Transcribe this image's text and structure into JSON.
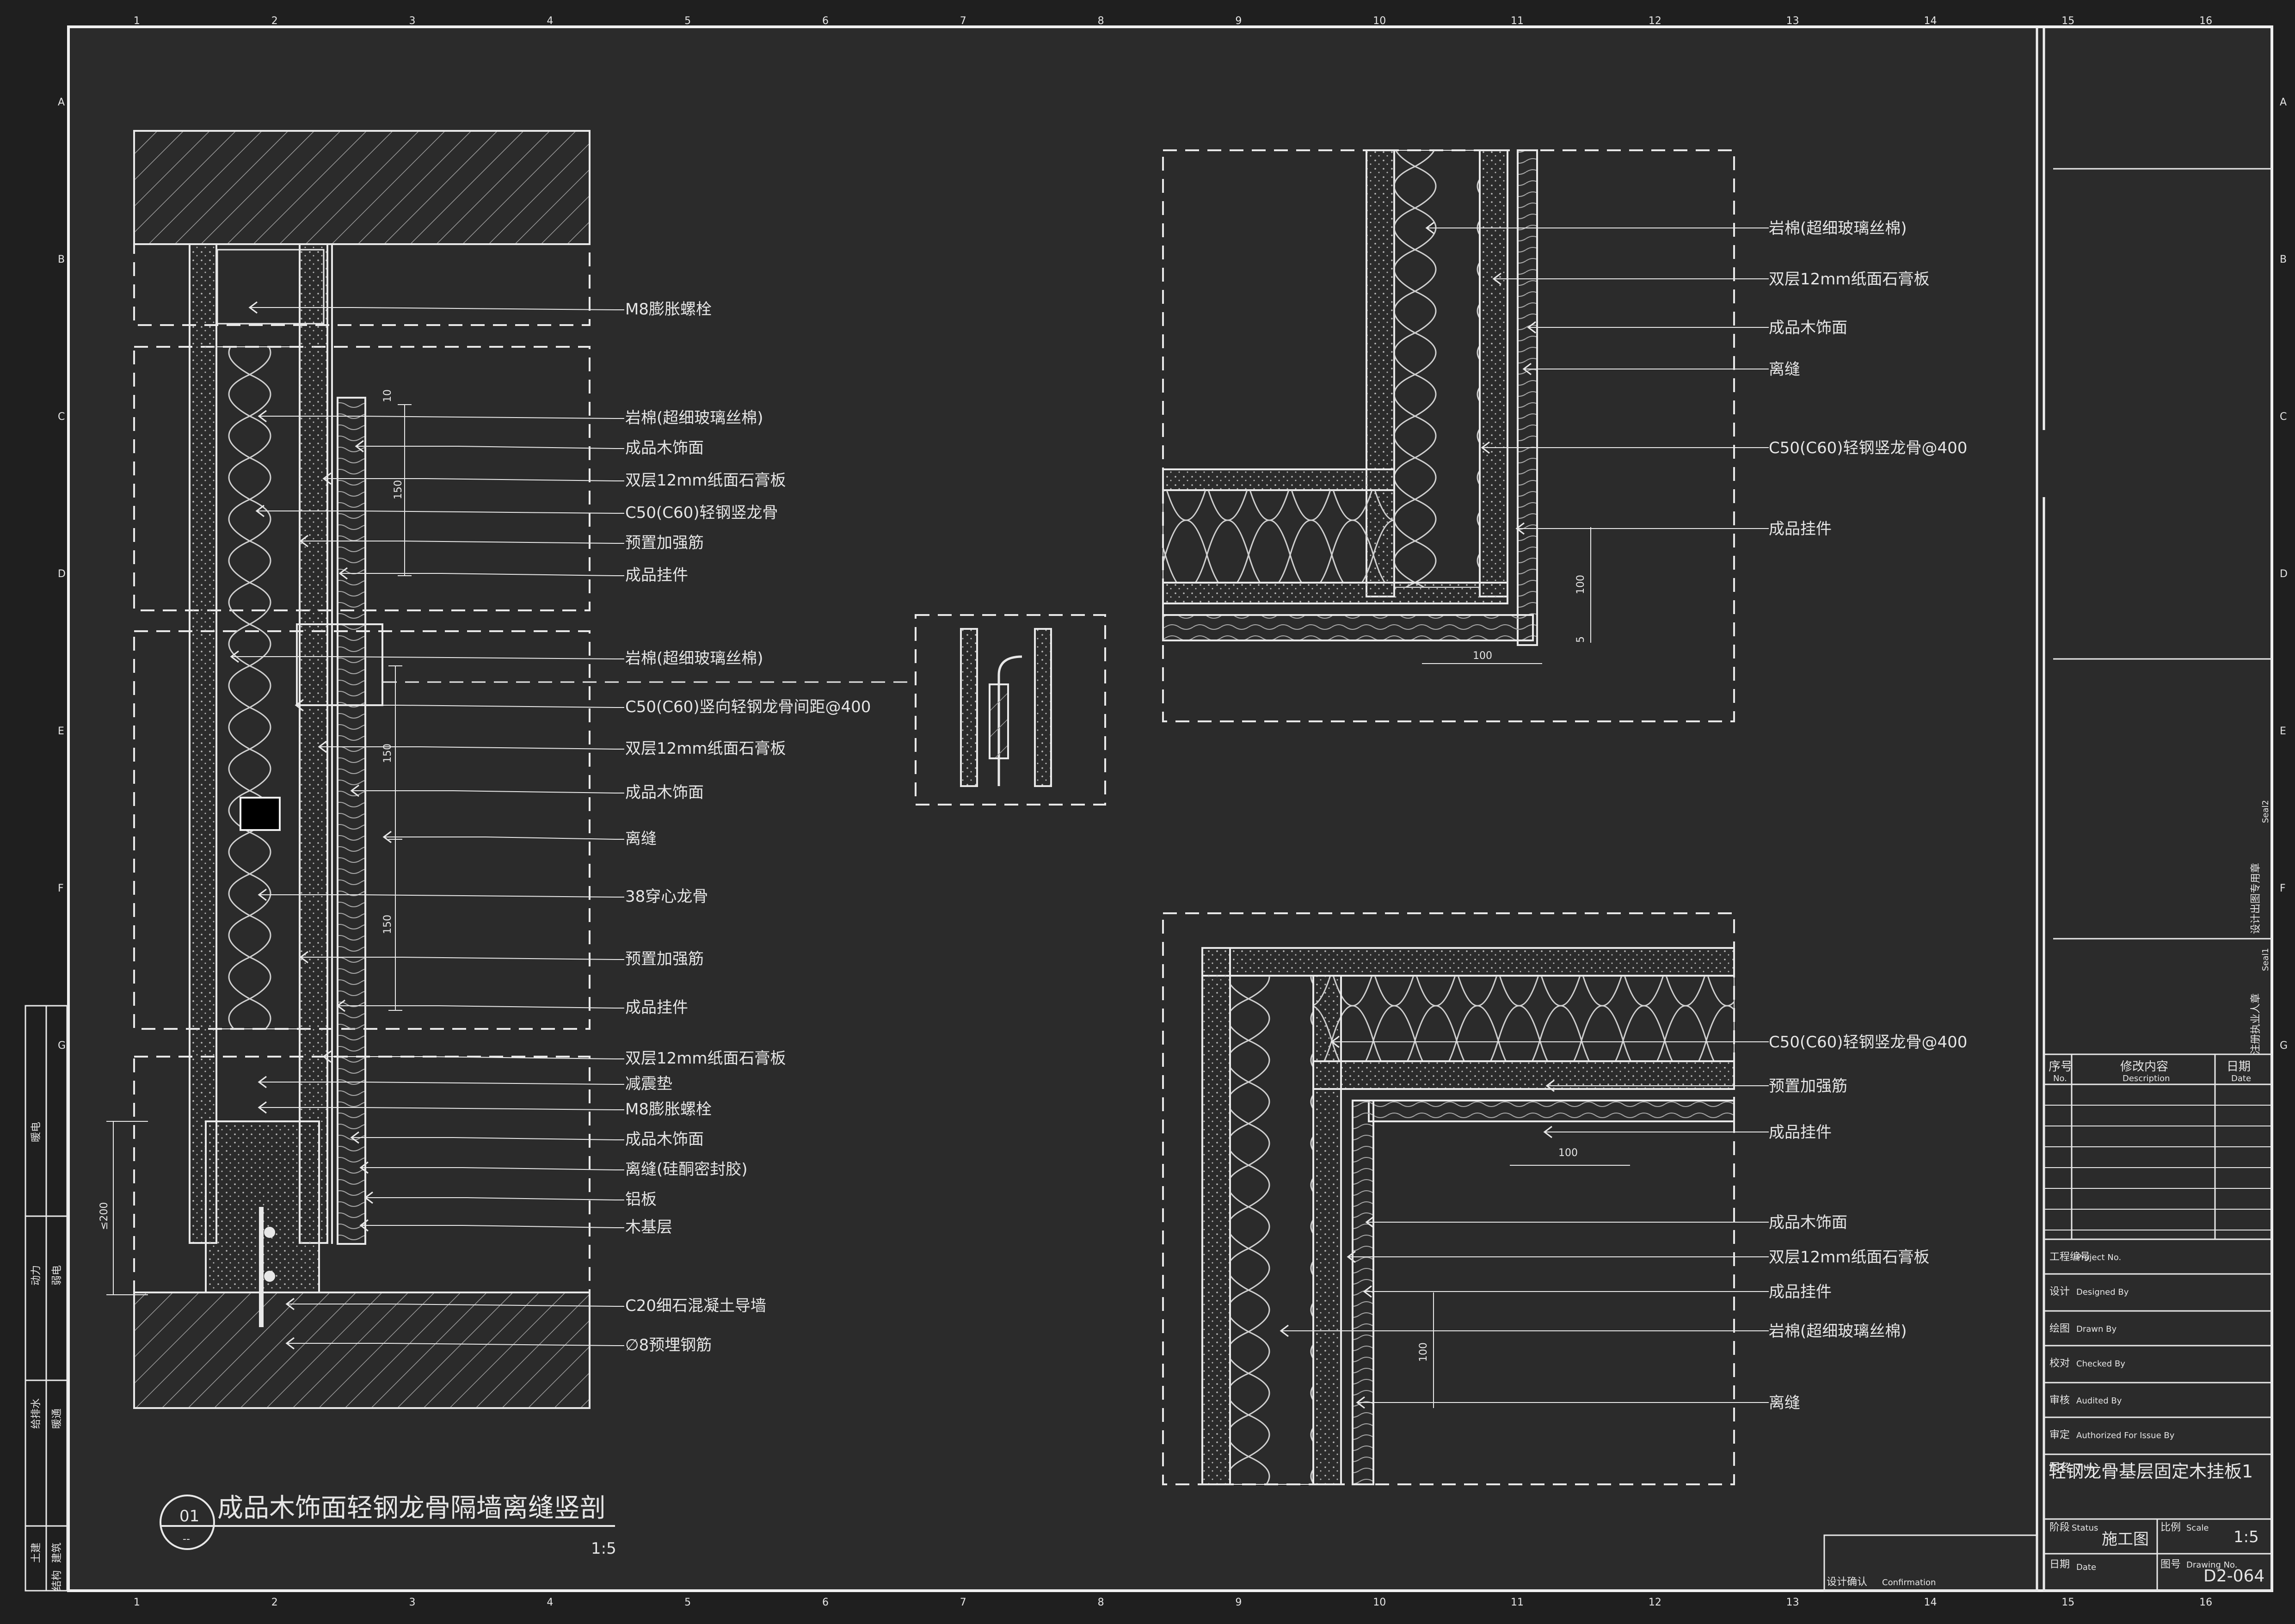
{
  "sheet": {
    "bg": "#2b2b2b",
    "line": "#e8e8e8",
    "col_marks": [
      "1",
      "2",
      "3",
      "4",
      "5",
      "6",
      "7",
      "8",
      "9",
      "10",
      "11",
      "12",
      "13",
      "14",
      "15",
      "16"
    ],
    "row_marks": [
      "A",
      "B",
      "C",
      "D",
      "E",
      "F",
      "G"
    ]
  },
  "section_main": {
    "labels": [
      "M8膨胀螺栓",
      "岩棉(超细玻璃丝棉)",
      "成品木饰面",
      "双层12mm纸面石膏板",
      "C50(C60)轻钢竖龙骨",
      "预置加强筋",
      "成品挂件",
      "岩棉(超细玻璃丝棉)",
      "C50(C60)竖向轻钢龙骨间距@400",
      "双层12mm纸面石膏板",
      "成品木饰面",
      "离缝",
      "38穿心龙骨",
      "预置加强筋",
      "成品挂件",
      "双层12mm纸面石膏板",
      "减震垫",
      "M8膨胀螺栓",
      "成品木饰面",
      "离缝(硅酮密封胶)",
      "铝板",
      "木基层",
      "C20细石混凝土导墙",
      "∅8预埋钢筋"
    ],
    "dims": [
      "10",
      "150",
      "150",
      "150",
      "≤200"
    ],
    "number": "01",
    "number_sub": "--",
    "title": "成品木饰面轻钢龙骨隔墙离缝竖剖",
    "scale": "1:5"
  },
  "detail_top_right": {
    "labels": [
      "岩棉(超细玻璃丝棉)",
      "双层12mm纸面石膏板",
      "成品木饰面",
      "离缝",
      "C50(C60)轻钢竖龙骨@400",
      "成品挂件"
    ],
    "dims": [
      "100",
      "100",
      "5"
    ]
  },
  "detail_bottom_right": {
    "labels": [
      "C50(C60)轻钢竖龙骨@400",
      "预置加强筋",
      "成品挂件",
      "成品木饰面",
      "双层12mm纸面石膏板",
      "成品挂件",
      "岩棉(超细玻璃丝棉)",
      "离缝"
    ],
    "dims": [
      "100",
      "100"
    ]
  },
  "left_strip": [
    "暖电",
    "动力",
    "弱电",
    "给排水",
    "暖通",
    "土建",
    "建筑",
    "结构"
  ],
  "title_block": {
    "seal2": "设计出图专用章",
    "seal2_en": "Seal2",
    "seal1": "注册执业人章",
    "seal1_en": "Seal1",
    "rev_no": "序号",
    "rev_no_en": "No.",
    "rev_desc": "修改内容",
    "rev_desc_en": "Description",
    "rev_date": "日期",
    "rev_date_en": "Date",
    "rows": [
      {
        "cn": "工程编号",
        "en": "Project No."
      },
      {
        "cn": "设计",
        "en": "Designed By"
      },
      {
        "cn": "绘图",
        "en": "Drawn By"
      },
      {
        "cn": "校对",
        "en": "Checked By"
      },
      {
        "cn": "审核",
        "en": "Audited By"
      },
      {
        "cn": "审定",
        "en": "Authorized For Issue By"
      },
      {
        "cn": "图名",
        "en": "Title"
      }
    ],
    "drawing_title": "轻钢龙骨基层固定木挂板1",
    "status_cn": "阶段",
    "status_en": "Status",
    "status_value": "施工图",
    "scale_cn": "比例",
    "scale_en": "Scale",
    "scale_value": "1:5",
    "date_cn": "日期",
    "date_en": "Date",
    "drawing_no_cn": "图号",
    "drawing_no_en": "Drawing No.",
    "drawing_no": "D2-064",
    "confirm_cn": "设计确认",
    "confirm_en": "Confirmation"
  }
}
